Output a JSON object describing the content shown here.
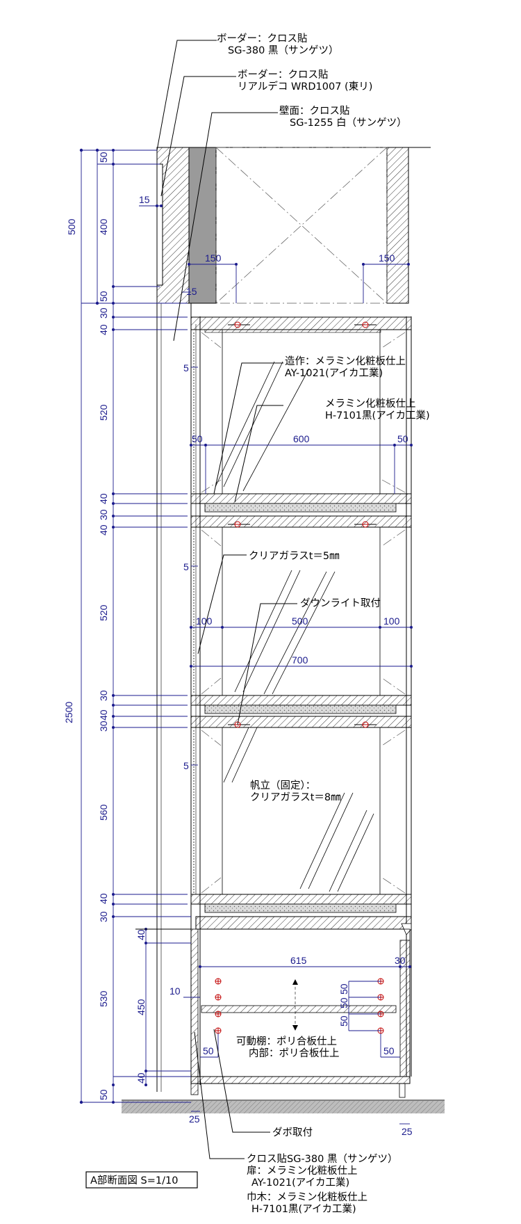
{
  "drawing_title": "A部断面図 S=1/10",
  "annotations": {
    "border1_line1": "ボーダー：クロス貼",
    "border1_line2": "SG-380 黒（サンゲツ）",
    "border2_line1": "ボーダー：クロス貼",
    "border2_line2": "リアルデコ WRD1007 (東リ)",
    "wall_line1": "壁面：クロス貼",
    "wall_line2": "SG-1255 白（サンゲツ）",
    "frame_line1": "造作：メラミン化粧板仕上",
    "frame_line2": "AY-1021(アイカ工業)",
    "inner_line1": "メラミン化粧板仕上",
    "inner_line2": "H-7101黒(アイカ工業)",
    "glass5": "クリアガラスt＝5㎜",
    "downlight": "ダウンライト取付",
    "shelf_line1": "帆立（固定）：",
    "shelf_line2": "クリアガラスt＝8㎜",
    "movable_line1": "可動棚：ポリ合板仕上",
    "movable_line2": "内部：ポリ合板仕上",
    "dowel": "ダボ取付",
    "bottom_line1": "クロス貼SG-380 黒（サンゲツ）",
    "bottom_line2": "扉：メラミン化粧板仕上",
    "bottom_line3": "AY-1021(アイカ工業)",
    "bottom_line4": "巾木：メラミン化粧板仕上",
    "bottom_line5": "H-7101黒(アイカ工業)"
  },
  "dimensions": {
    "total": "2500",
    "upper_total": "500",
    "top_50": "50",
    "top_400": "400",
    "top_50b": "50",
    "gap_15a": "15",
    "gap_15b": "15",
    "lip_150a": "150",
    "lip_150b": "150",
    "s1_30": "30",
    "s1_40": "40",
    "s1_5": "5",
    "s1_520": "520",
    "s1_50a": "50",
    "s1_600": "600",
    "s1_50b": "50",
    "s2_40": "40",
    "s2_30": "30",
    "s2_40b": "40",
    "s2_5": "5",
    "s2_520": "520",
    "s2_100a": "100",
    "s2_500": "500",
    "s2_100b": "100",
    "s2_700": "700",
    "s3_30": "30",
    "s3_40": "40",
    "s3_30b": "30",
    "s3_5": "5",
    "s3_560": "560",
    "s3_40b": "40",
    "s4_30": "30",
    "s4_40": "40",
    "s4_530": "530",
    "s4_450": "450",
    "s4_10": "10",
    "s4_615": "615",
    "s4_30r": "30",
    "s4_50a": "50",
    "s4_50b": "50",
    "s4_50c": "50",
    "s4_50l": "50",
    "s4_50r": "50",
    "s4_40b": "40",
    "base_50": "50",
    "base_25a": "25",
    "base_25b": "25"
  }
}
